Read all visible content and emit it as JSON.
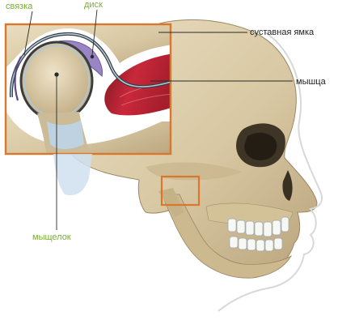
{
  "labels": {
    "ligament": "связка",
    "disc": "диск",
    "fossa": "суставная ямка",
    "muscle": "мышца",
    "condyle": "мыщелок"
  },
  "colors": {
    "label_green": "#74b22a",
    "frame_orange": "#d9772f",
    "bone": "#d8c9a6",
    "disc_purple": "#9a85c4",
    "muscle_red": "#c9283a",
    "cartilage_blue": "#a9c8e2"
  }
}
